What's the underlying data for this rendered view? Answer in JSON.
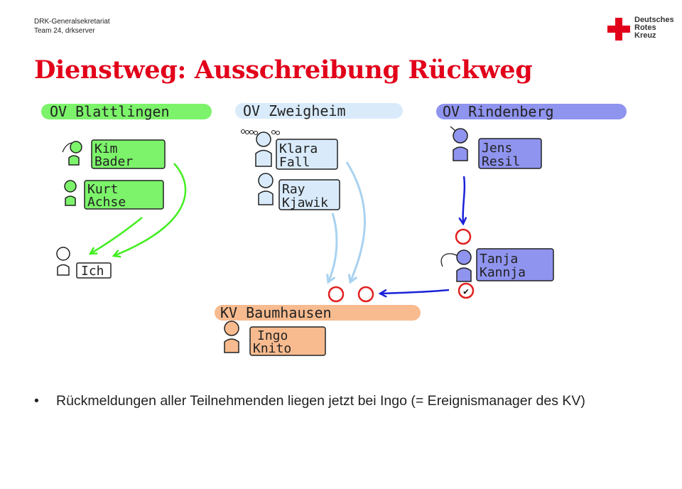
{
  "header": {
    "org_line1": "DRK-Generalsekretariat",
    "org_line2": "Team 24, drkserver",
    "logo_lines": [
      "Deutsches",
      "Rotes",
      "Kreuz"
    ]
  },
  "title": "Dienstweg: Ausschreibung Rückweg",
  "colors": {
    "title_red": "#e2001a",
    "green_fill": "#7cf36a",
    "blue_fill": "#d9ebfb",
    "purple_fill": "#8f94ef",
    "orange_fill": "#f8bb8f",
    "bright_green_arrow": "#44ee22",
    "light_blue_arrow": "#a9d2f0",
    "dark_blue_arrow": "#1a22d8",
    "circle_red": "#e22020"
  },
  "groups": [
    {
      "label": "OV Blattlingen",
      "members": [
        {
          "first": "Kim",
          "last": "Bader"
        },
        {
          "first": "Kurt",
          "last": "Achse"
        },
        {
          "name": "Ich"
        }
      ]
    },
    {
      "label": "OV Zweigheim",
      "members": [
        {
          "first": "Klara",
          "last": "Fall"
        },
        {
          "first": "Ray",
          "last": "Kjawik"
        }
      ]
    },
    {
      "label": "OV Rindenberg",
      "members": [
        {
          "first": "Jens",
          "last": "Resil"
        },
        {
          "first": "Tanja",
          "last": "Kannja"
        }
      ]
    },
    {
      "label": "KV Baumhausen",
      "members": [
        {
          "first": "Ingo",
          "last": "Knito"
        }
      ]
    }
  ],
  "checkmark": "✔",
  "bullet": {
    "symbol": "•",
    "text": "Rückmeldungen aller Teilnehmenden liegen jetzt bei Ingo (= Ereignismanager des KV)"
  }
}
